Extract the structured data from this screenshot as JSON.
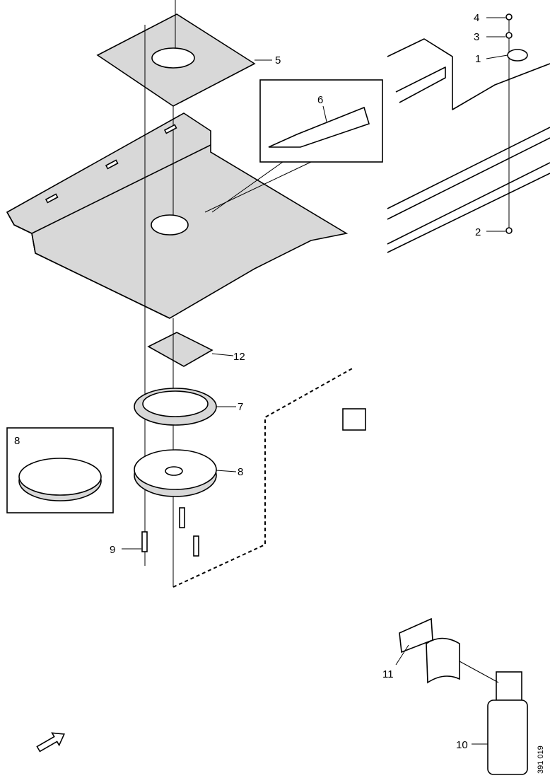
{
  "diagram": {
    "callouts": [
      {
        "id": "4",
        "text": "4"
      },
      {
        "id": "3",
        "text": "3"
      },
      {
        "id": "1",
        "text": "1"
      },
      {
        "id": "5",
        "text": "5"
      },
      {
        "id": "6",
        "text": "6"
      },
      {
        "id": "2",
        "text": "2"
      },
      {
        "id": "12",
        "text": "12"
      },
      {
        "id": "7",
        "text": "7"
      },
      {
        "id": "8a",
        "text": "8"
      },
      {
        "id": "8b",
        "text": "8"
      },
      {
        "id": "9",
        "text": "9"
      },
      {
        "id": "11",
        "text": "11"
      },
      {
        "id": "10",
        "text": "10"
      }
    ],
    "drawing_code": "391 019",
    "direction_arrow": "arrow-icon"
  }
}
